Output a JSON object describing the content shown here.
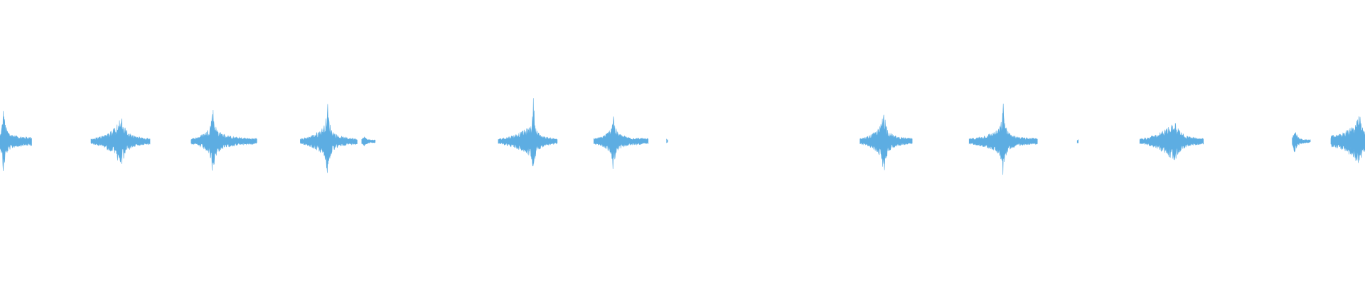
{
  "waveform": {
    "color": "#5dade2",
    "background": "#ffffff",
    "duration_s": 60,
    "bursts": [
      {
        "start_s": 0.0,
        "peak_s": 0.15,
        "end_s": 1.4,
        "peak_amp": 0.26,
        "body_amp": 0.1,
        "tail_amp": 0.03,
        "shape": "sharp"
      },
      {
        "start_s": 4.0,
        "peak_s": 5.3,
        "end_s": 6.6,
        "peak_amp": 0.19,
        "body_amp": 0.1,
        "tail_amp": 0.02,
        "shape": "dense"
      },
      {
        "start_s": 8.4,
        "peak_s": 9.35,
        "end_s": 11.3,
        "peak_amp": 0.28,
        "body_amp": 0.11,
        "tail_amp": 0.02,
        "shape": "sharp"
      },
      {
        "start_s": 13.2,
        "peak_s": 14.4,
        "end_s": 15.7,
        "peak_amp": 0.28,
        "body_amp": 0.12,
        "tail_amp": 0.02,
        "shape": "sharp"
      },
      {
        "start_s": 15.9,
        "peak_s": 16.0,
        "end_s": 16.5,
        "peak_amp": 0.04,
        "body_amp": 0.02,
        "tail_amp": 0.01,
        "shape": "flat"
      },
      {
        "start_s": 21.9,
        "peak_s": 23.45,
        "end_s": 24.5,
        "peak_amp": 0.36,
        "body_amp": 0.12,
        "tail_amp": 0.02,
        "shape": "spike"
      },
      {
        "start_s": 26.1,
        "peak_s": 26.95,
        "end_s": 28.5,
        "peak_amp": 0.23,
        "body_amp": 0.09,
        "tail_amp": 0.02,
        "shape": "sharp"
      },
      {
        "start_s": 29.3,
        "peak_s": 29.3,
        "end_s": 29.35,
        "peak_amp": 0.02,
        "body_amp": 0.01,
        "tail_amp": 0.005,
        "shape": "flat"
      },
      {
        "start_s": 37.8,
        "peak_s": 38.85,
        "end_s": 40.1,
        "peak_amp": 0.28,
        "body_amp": 0.12,
        "tail_amp": 0.02,
        "shape": "sharp"
      },
      {
        "start_s": 42.6,
        "peak_s": 44.1,
        "end_s": 45.6,
        "peak_amp": 0.28,
        "body_amp": 0.1,
        "tail_amp": 0.02,
        "shape": "sharp"
      },
      {
        "start_s": 47.35,
        "peak_s": 47.37,
        "end_s": 47.4,
        "peak_amp": 0.02,
        "body_amp": 0.01,
        "tail_amp": 0.005,
        "shape": "flat"
      },
      {
        "start_s": 50.1,
        "peak_s": 51.6,
        "end_s": 52.9,
        "peak_amp": 0.17,
        "body_amp": 0.11,
        "tail_amp": 0.02,
        "shape": "dense"
      },
      {
        "start_s": 56.8,
        "peak_s": 56.9,
        "end_s": 57.6,
        "peak_amp": 0.1,
        "body_amp": 0.04,
        "tail_amp": 0.01,
        "shape": "flat"
      },
      {
        "start_s": 58.5,
        "peak_s": 59.8,
        "end_s": 60.0,
        "peak_amp": 0.22,
        "body_amp": 0.12,
        "tail_amp": 0.04,
        "shape": "dense"
      }
    ]
  }
}
